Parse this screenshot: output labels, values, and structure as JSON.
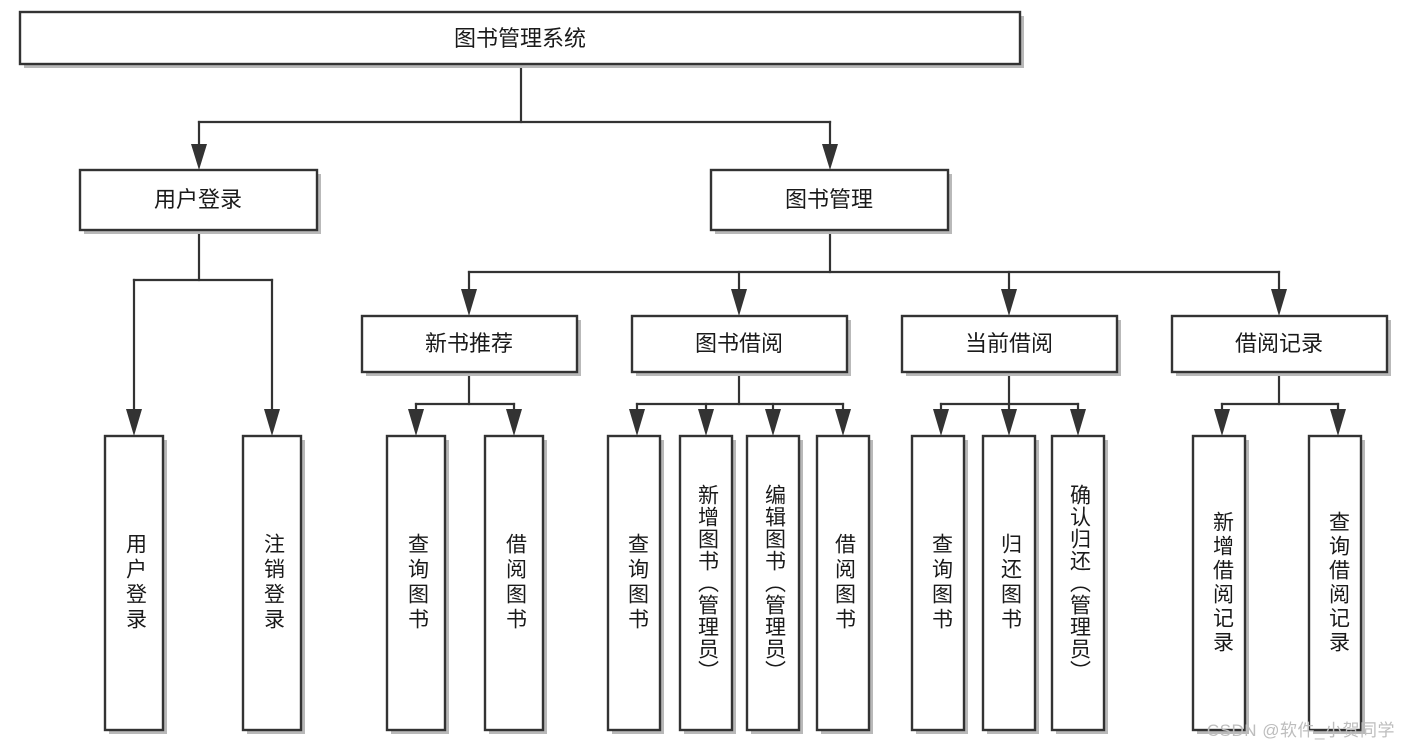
{
  "diagram": {
    "title": "图书管理系统",
    "type": "tree-hierarchy-chart",
    "watermark": "CSDN @软件_小贺同学",
    "root": {
      "id": "root",
      "label": "图书管理系统"
    },
    "level2": [
      {
        "id": "user-login",
        "label": "用户登录"
      },
      {
        "id": "book-manage",
        "label": "图书管理"
      }
    ],
    "level3": [
      {
        "id": "new-book-rec",
        "label": "新书推荐",
        "parent": "book-manage"
      },
      {
        "id": "book-borrow",
        "label": "图书借阅",
        "parent": "book-manage"
      },
      {
        "id": "current-borrow",
        "label": "当前借阅",
        "parent": "book-manage"
      },
      {
        "id": "borrow-record",
        "label": "借阅记录",
        "parent": "book-manage"
      }
    ],
    "leaves": [
      {
        "id": "leaf-user-login",
        "label": "用户登录",
        "parent": "user-login"
      },
      {
        "id": "leaf-logout",
        "label": "注销登录",
        "parent": "user-login"
      },
      {
        "id": "leaf-query-book-1",
        "label": "查询图书",
        "parent": "new-book-rec"
      },
      {
        "id": "leaf-borrow-book-1",
        "label": "借阅图书",
        "parent": "new-book-rec"
      },
      {
        "id": "leaf-query-book-2",
        "label": "查询图书",
        "parent": "book-borrow"
      },
      {
        "id": "leaf-add-book",
        "label": "新增图书（管理员）",
        "parent": "book-borrow"
      },
      {
        "id": "leaf-edit-book",
        "label": "编辑图书（管理员）",
        "parent": "book-borrow"
      },
      {
        "id": "leaf-borrow-book-2",
        "label": "借阅图书",
        "parent": "book-borrow"
      },
      {
        "id": "leaf-query-book-3",
        "label": "查询图书",
        "parent": "current-borrow"
      },
      {
        "id": "leaf-return-book",
        "label": "归还图书",
        "parent": "current-borrow"
      },
      {
        "id": "leaf-confirm-return",
        "label": "确认归还（管理员）",
        "parent": "current-borrow"
      },
      {
        "id": "leaf-add-record",
        "label": "新增借阅记录",
        "parent": "borrow-record"
      },
      {
        "id": "leaf-query-record",
        "label": "查询借阅记录",
        "parent": "borrow-record"
      }
    ],
    "colors": {
      "stroke": "#333333",
      "fill": "#ffffff",
      "text": "#1a1a1a",
      "shadow": "#b9b9b9",
      "watermark": "#bdbdbd"
    }
  }
}
